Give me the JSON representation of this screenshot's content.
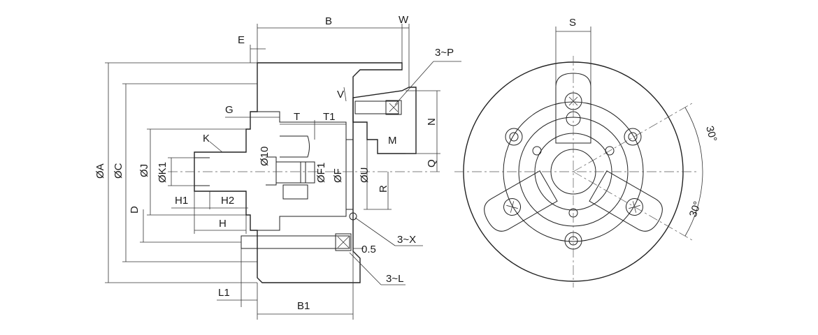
{
  "colors": {
    "body_fill": "#f7f1c2",
    "line": "#222222"
  },
  "side_view": {
    "labels": {
      "B": "B",
      "W": "W",
      "E": "E",
      "P3": "3~P",
      "V": "V",
      "G": "G",
      "T": "T",
      "T1": "T1",
      "N": "N",
      "K": "K",
      "M": "M",
      "phi10": "Ø10",
      "phiF1": "ØF1",
      "phiF": "ØF",
      "phiU": "ØU",
      "Q": "Q",
      "R": "R",
      "phiA": "ØA",
      "phiC": "ØC",
      "phiJ": "ØJ",
      "phiK1": "ØK1",
      "D": "D",
      "H1": "H1",
      "H2": "H2",
      "H": "H",
      "X3": "3~X",
      "d05": "0.5",
      "L3": "3~L",
      "L1": "L1",
      "B1": "B1"
    }
  },
  "front_view": {
    "labels": {
      "S": "S",
      "angle1": "30°",
      "angle2": "30°"
    }
  }
}
